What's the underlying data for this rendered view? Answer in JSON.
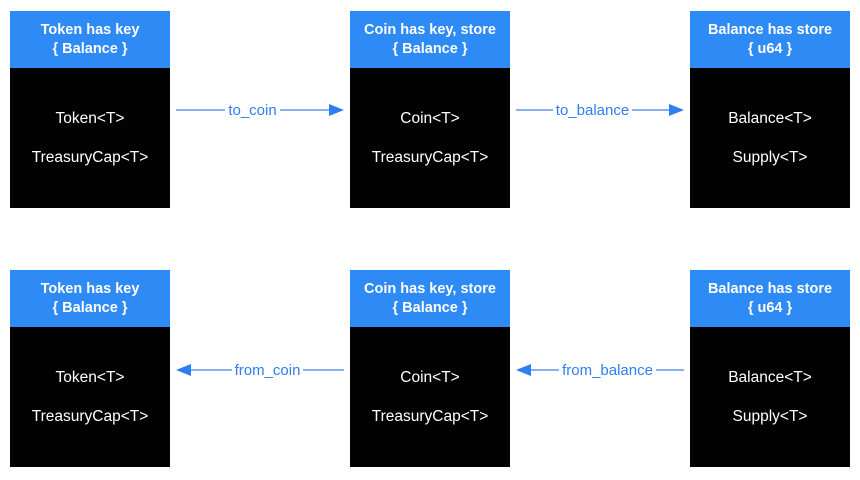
{
  "colors": {
    "header_bg": "#2e8af4",
    "body_bg": "#020202",
    "box_text": "#ffffff",
    "arrow_line": "#86b2f5",
    "arrow_accent": "#2e7ff1",
    "canvas_bg": "#ffffff"
  },
  "boxes": {
    "token": {
      "header_line1": "Token has key",
      "header_line2": "{ Balance }",
      "item1": "Token<T>",
      "item2": "TreasuryCap<T>"
    },
    "coin": {
      "header_line1": "Coin has key, store",
      "header_line2": "{ Balance }",
      "item1": "Coin<T>",
      "item2": "TreasuryCap<T>"
    },
    "balance": {
      "header_line1": "Balance has store",
      "header_line2": "{ u64 }",
      "item1": "Balance<T>",
      "item2": "Supply<T>"
    }
  },
  "arrows": {
    "to_coin": {
      "label": "to_coin",
      "direction": "right"
    },
    "to_balance": {
      "label": "to_balance",
      "direction": "right"
    },
    "from_coin": {
      "label": "from_coin",
      "direction": "left"
    },
    "from_balance": {
      "label": "from_balance",
      "direction": "left"
    }
  }
}
